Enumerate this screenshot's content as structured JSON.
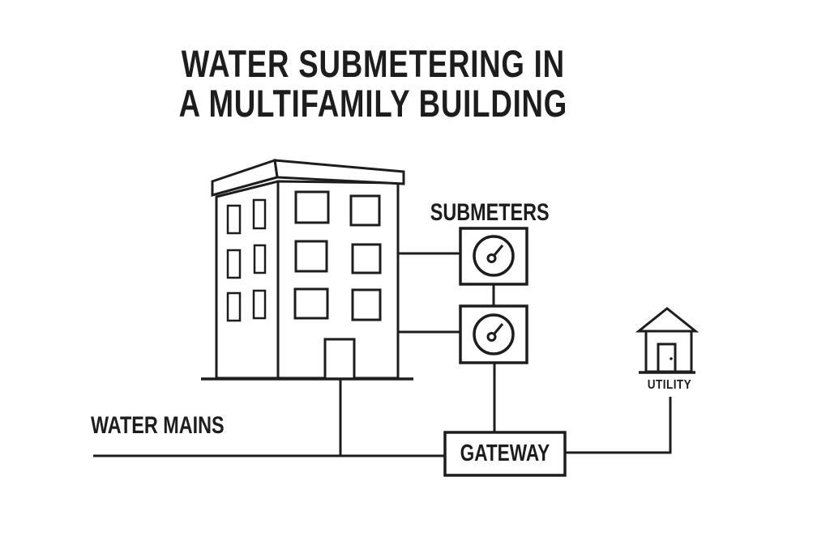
{
  "title": {
    "line1": "WATER SUBMETERING IN",
    "line2": "A MULTIFAMILY BUILDING"
  },
  "labels": {
    "submeters": "SUBMETERS",
    "gateway": "GATEWAY",
    "water_mains": "WATER MAINS",
    "utility": "UTILITY"
  },
  "colors": {
    "ink": "#1d1d1d",
    "bg": "#ffffff"
  },
  "diagram": {
    "nodes": [
      {
        "id": "building",
        "type": "multifamily-building-illustration"
      },
      {
        "id": "submeter-1",
        "type": "meter-box-with-gauge"
      },
      {
        "id": "submeter-2",
        "type": "meter-box-with-gauge"
      },
      {
        "id": "gateway",
        "type": "labeled-box",
        "label": "GATEWAY"
      },
      {
        "id": "utility",
        "type": "house-icon",
        "label": "UTILITY"
      },
      {
        "id": "water-mains",
        "type": "pipe-line",
        "label": "WATER MAINS"
      }
    ],
    "connections": [
      {
        "from": "building",
        "to": "submeter-1"
      },
      {
        "from": "building",
        "to": "submeter-2"
      },
      {
        "from": "submeter-1",
        "to": "submeter-2"
      },
      {
        "from": "submeter-2",
        "to": "gateway"
      },
      {
        "from": "water-mains",
        "to": "building"
      },
      {
        "from": "water-mains",
        "to": "gateway"
      },
      {
        "from": "gateway",
        "to": "utility"
      }
    ]
  }
}
